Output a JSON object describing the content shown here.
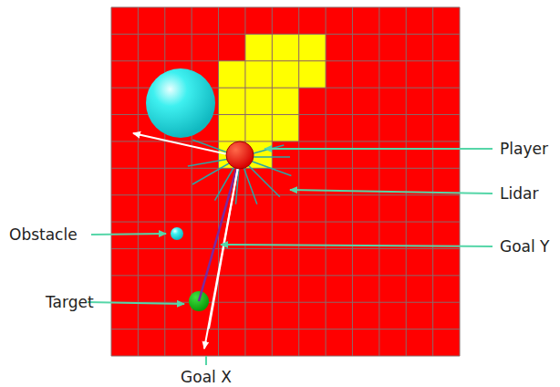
{
  "diagram": {
    "labels": [
      "Player",
      "Lidar",
      "Obstacle",
      "Goal Y",
      "Target",
      "Goal X"
    ]
  }
}
